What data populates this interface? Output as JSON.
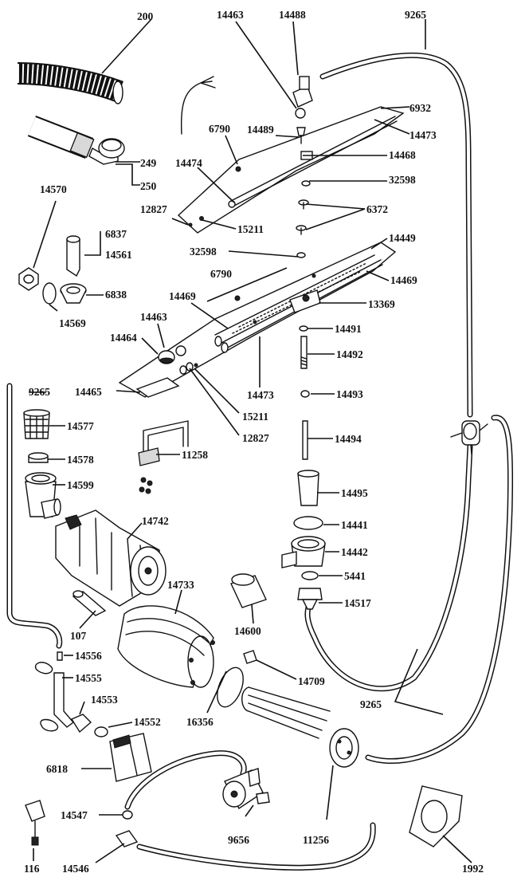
{
  "labels": {
    "l200": "200",
    "l14463a": "14463",
    "l14488": "14488",
    "l9265a": "9265",
    "l6932": "6932",
    "l14473a": "14473",
    "l6790a": "6790",
    "l14489": "14489",
    "l14468": "14468",
    "l249": "249",
    "l250": "250",
    "l14474": "14474",
    "l32598a": "32598",
    "l14570": "14570",
    "l6372": "6372",
    "l12827a": "12827",
    "l15211a": "15211",
    "l6837": "6837",
    "l14561": "14561",
    "l14449": "14449",
    "l32598b": "32598",
    "l6838": "6838",
    "l14469a": "14469",
    "l6790b": "6790",
    "l14569": "14569",
    "l14469b": "14469",
    "l13369": "13369",
    "l14463b": "14463",
    "l14491": "14491",
    "l14464": "14464",
    "l14492": "14492",
    "l9265b": "9265",
    "l14465": "14465",
    "l14473b": "14473",
    "l14493": "14493",
    "l15211b": "15211",
    "l14577": "14577",
    "l12827b": "12827",
    "l14494": "14494",
    "l11258": "11258",
    "l14578": "14578",
    "l14599": "14599",
    "l14495": "14495",
    "l14742": "14742",
    "l14441": "14441",
    "l14442": "14442",
    "l14733": "14733",
    "l5441": "5441",
    "l14517": "14517",
    "l107": "107",
    "l14600": "14600",
    "l14556": "14556",
    "l14555": "14555",
    "l14709": "14709",
    "l14553": "14553",
    "l9265c": "9265",
    "l16356": "16356",
    "l14552": "14552",
    "l6818": "6818",
    "l14547": "14547",
    "l9656": "9656",
    "l11256": "11256",
    "l116": "116",
    "l14546": "14546",
    "l1992": "1992"
  }
}
